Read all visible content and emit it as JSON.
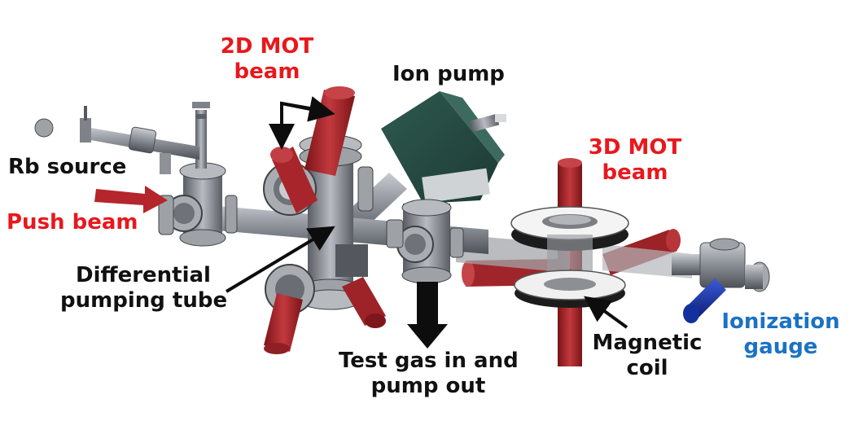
{
  "labels": {
    "mot2d_line1": "2D MOT",
    "mot2d_line2": "beam",
    "ion_pump": "Ion pump",
    "mot3d_line1": "3D MOT",
    "mot3d_line2": "beam",
    "rb_source": "Rb source",
    "push_beam": "Push beam",
    "diff_line1": "Differential",
    "diff_line2": "pumping tube",
    "testgas_line1": "Test gas in and",
    "testgas_line2": "pump out",
    "coil_line1": "Magnetic",
    "coil_line2": "coil",
    "gauge_line1": "Ionization",
    "gauge_line2": "gauge"
  },
  "colors": {
    "label_black": "#111111",
    "label_red": "#e8181d",
    "label_blue": "#1b72c4",
    "beam_red": "#a8262b",
    "chamber_gray": "#8f939a",
    "ion_pump_green": "#2c5048",
    "coil_white": "#f4f4f4",
    "coil_black": "#1c1c1c",
    "gauge_blue": "#14309c",
    "arrow_black": "#0d0d0d"
  }
}
